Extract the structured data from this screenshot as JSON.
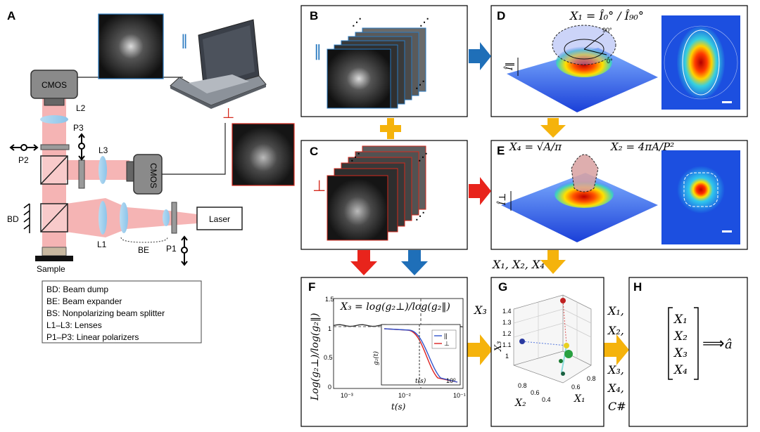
{
  "panels": {
    "a": "A",
    "b": "B",
    "c": "C",
    "d": "D",
    "e": "E",
    "f": "F",
    "g": "G",
    "h": "H"
  },
  "setup": {
    "cmos_top": "CMOS",
    "cmos_side": "CMOS",
    "l2": "L2",
    "l3": "L3",
    "l1": "L1",
    "p1": "P1",
    "p2": "P2",
    "p3": "P3",
    "bd": "BD",
    "be": "BE",
    "laser": "Laser",
    "sample": "Sample",
    "par_symbol": "‖",
    "perp_symbol": "⊥"
  },
  "legend": [
    "BD: Beam dump",
    "BE: Beam expander",
    "BS: Nonpolarizing beam splitter",
    "L1–L3: Lenses",
    "P1–P3: Linear polarizers"
  ],
  "panel_b": {
    "symbol": "‖"
  },
  "panel_c": {
    "symbol": "⊥"
  },
  "panel_d": {
    "formula": "X₁ = Î₀° / Î₉₀°",
    "deg90": "90°",
    "deg0": "0°",
    "axis": "Î‖"
  },
  "panel_e": {
    "formula_left": "X₄ = √A/π",
    "formula_right": "X₂ = 4πA/P²",
    "axis": "Î⊥"
  },
  "flow": {
    "features": "X₁, X₂, X₄",
    "x3": "X₃"
  },
  "panel_f": {
    "formula": "X₃ = log(g₂⊥)/log(g₂‖)",
    "ylabel": "Log(g₂⊥)/log(g₂‖)",
    "xlabel": "t(s)",
    "yticks": [
      "1.5",
      "1",
      "0.5",
      "0"
    ],
    "xticks": [
      "10⁻³",
      "10⁻²",
      "10⁻¹"
    ],
    "inset": {
      "ylabel": "g₂(t)",
      "xlabel": "t(s)",
      "xtick": "10⁰",
      "legend": [
        "||",
        "⊥"
      ],
      "colors": [
        "#3355cc",
        "#dd2222"
      ]
    }
  },
  "panel_g": {
    "zticks": [
      "1.4",
      "1.3",
      "1.2",
      "1.1",
      "1"
    ],
    "x2ticks": [
      "0.8",
      "0.6",
      "0.4"
    ],
    "x1ticks": [
      "0.8",
      "0.6"
    ],
    "zlabel": "X₃",
    "x2label": "X₂",
    "x1label": "X₁"
  },
  "side_features": [
    "X₁,",
    "X₂,",
    "X₃,",
    "X₄,",
    "C#"
  ],
  "panel_h": {
    "vector": [
      "X₁",
      "X₂",
      "X₃",
      "X₄"
    ],
    "arrow": "⟹",
    "output": "â"
  },
  "colors": {
    "beam": "#f4a8a8",
    "arrow_red": "#e8241c",
    "arrow_blue": "#1f6fb8",
    "arrow_yellow": "#f5b30c",
    "par": "#2a7ac0",
    "perp": "#d42a1e"
  }
}
